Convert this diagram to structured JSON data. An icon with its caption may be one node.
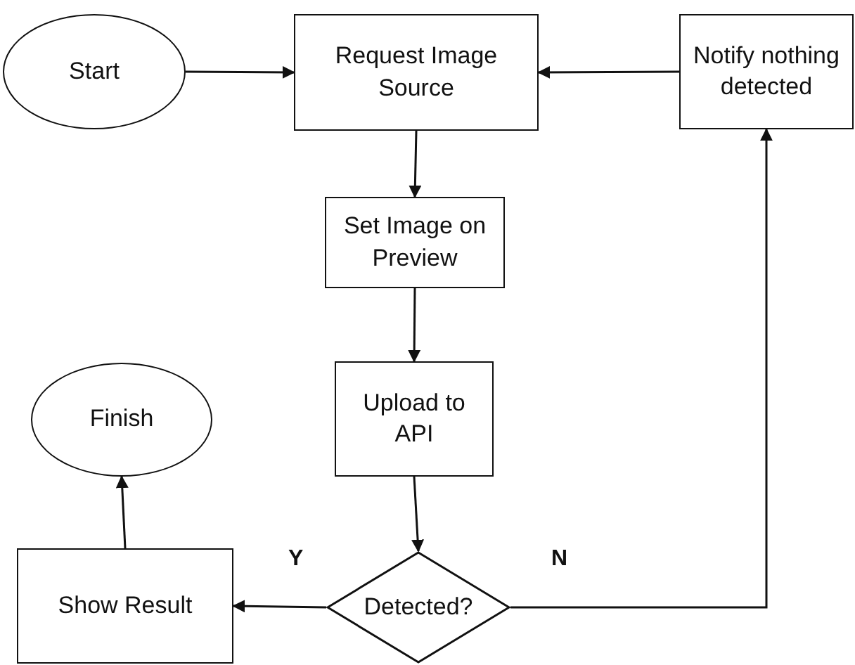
{
  "diagram": {
    "nodes": [
      {
        "text": [
          "Start"
        ]
      },
      {
        "text": [
          "Request Image Source"
        ]
      },
      {
        "text": [
          "Notify nothing detected"
        ]
      },
      {
        "text": [
          "Set Image on Preview"
        ]
      },
      {
        "text": [
          "Finish"
        ]
      },
      {
        "text": [
          "Upload to API"
        ]
      },
      {
        "text": [
          "Show Result"
        ]
      },
      {
        "text": [
          "Detected?"
        ]
      }
    ],
    "edges": [
      {
        "from": 0,
        "to": 1,
        "arrow": "to"
      },
      {
        "from": 2,
        "to": 1,
        "arrow": "to"
      },
      {
        "from": 1,
        "to": 3,
        "arrow": "to"
      },
      {
        "from": 3,
        "to": 5,
        "arrow": "to"
      },
      {
        "from": 5,
        "to": 7,
        "arrow": "to"
      },
      {
        "from": 7,
        "to": 6,
        "arrow": "to",
        "label": "Y"
      },
      {
        "from": 7,
        "to": 2,
        "arrow": "to",
        "label": "N"
      },
      {
        "from": 6,
        "to": 4,
        "arrow": "to"
      }
    ]
  }
}
